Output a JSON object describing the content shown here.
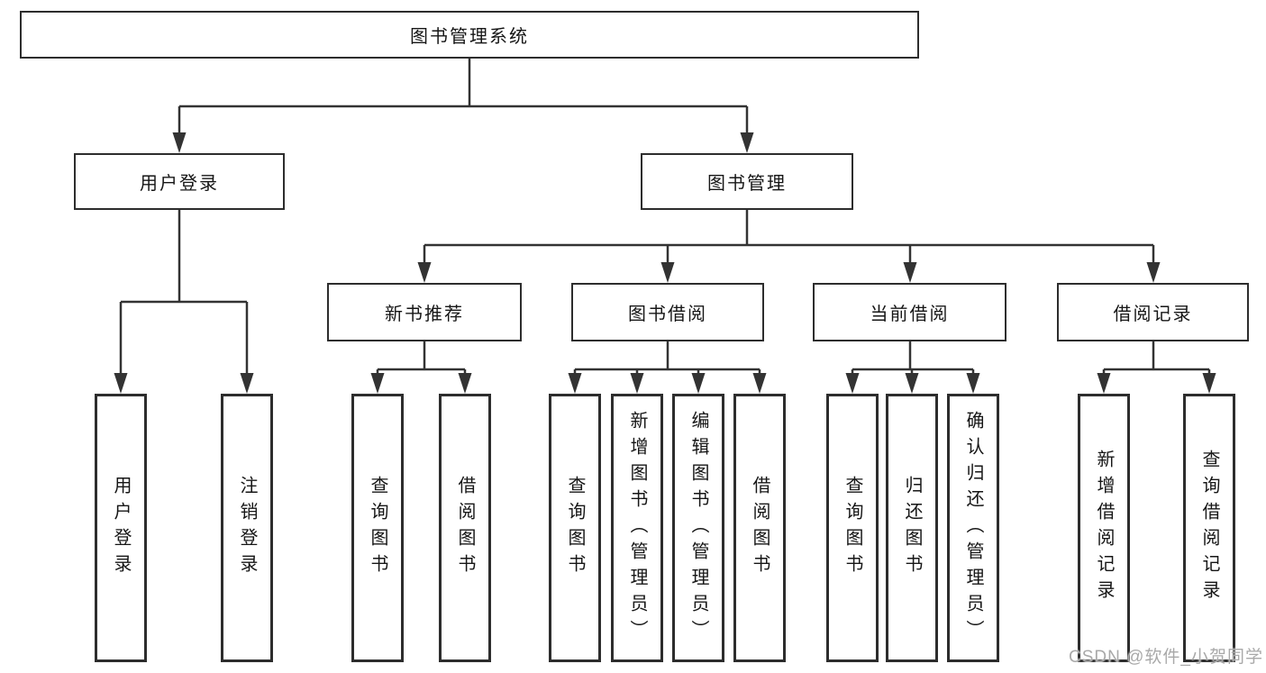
{
  "diagram": {
    "type": "hierarchy-tree",
    "orientation": "top-down"
  },
  "nodes": {
    "root": "图书管理系统",
    "user_login": "用户登录",
    "book_mgmt": "图书管理",
    "new_book_rec": "新书推荐",
    "book_borrow": "图书借阅",
    "current_borrow": "当前借阅",
    "borrow_record": "借阅记录",
    "ul_login": "用户登录",
    "ul_logout": "注销登录",
    "nbr_query": "查询图书",
    "nbr_borrow": "借阅图书",
    "bb_query": "查询图书",
    "bb_add": "新增图书（管理员）",
    "bb_edit": "编辑图书（管理员）",
    "bb_borrow": "借阅图书",
    "cb_query": "查询图书",
    "cb_return": "归还图书",
    "cb_confirm": "确认归还（管理员）",
    "br_add": "新增借阅记录",
    "br_query": "查询借阅记录"
  },
  "watermark": "CSDN @软件_小贺同学",
  "colors": {
    "line": "#333333",
    "box_border": "#2d2d2d",
    "box_fill": "#ffffff",
    "text": "#161616",
    "watermark": "#a9a9a9",
    "background": "#ffffff"
  }
}
